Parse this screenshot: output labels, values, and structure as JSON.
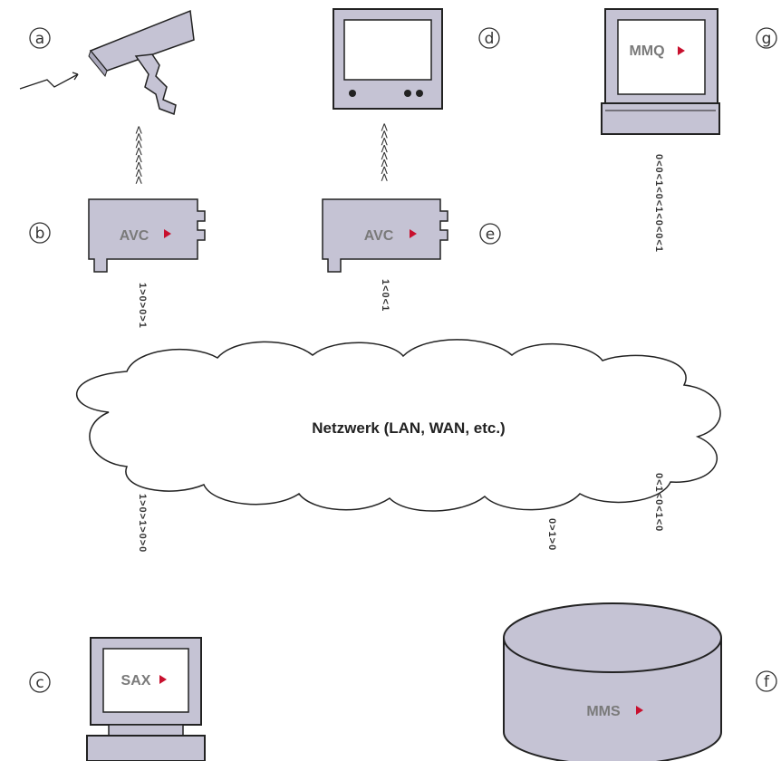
{
  "labels": {
    "a": "a",
    "b": "b",
    "c": "c",
    "d": "d",
    "e": "e",
    "f": "f",
    "g": "g"
  },
  "devices": {
    "avc_left": "AVC",
    "avc_right": "AVC",
    "mmq": "MMQ",
    "sax": "SAX",
    "mms": "MMS"
  },
  "network": {
    "label": "Netzwerk (LAN, WAN, etc.)"
  },
  "streams": {
    "camera_to_avc": "<<<<<<<<",
    "avc_to_monitor": "<<<<<<<<",
    "avc_b_to_net": "1>0>0>1",
    "avc_e_to_net": "1<0<1",
    "mmq_to_net": "0<0<1<0<1<0<0<1",
    "net_to_sax": "1>0>1>0>0",
    "net_to_mms_left": "0>1>0",
    "net_to_mms_right": "0<1<0<1<0"
  },
  "colors": {
    "accent": "#c8102e",
    "device_fill": "#c5c3d4",
    "stroke": "#222222"
  }
}
